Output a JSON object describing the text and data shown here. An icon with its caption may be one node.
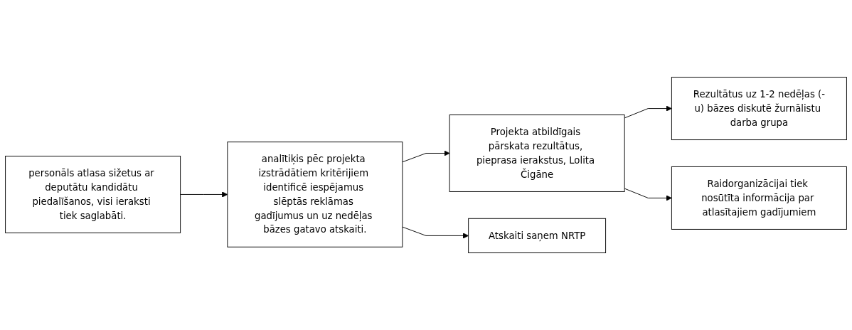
{
  "diagram": {
    "nodes": [
      {
        "text": [
          "personāls atlasa sižetus ar deputātu kandidātu piedalīšanos, visi ieraksti tiek saglabāti."
        ]
      },
      {
        "text": [
          "analītiķis pēc projekta izstrādātiem kritērijiem identificē iespējamus slēptās reklāmas gadījumus un uz nedēļas bāzes gatavo atskaiti."
        ]
      },
      {
        "text": [
          "Projekta atbildīgais pārskata rezultātus, pieprasa ierakstus, Lolita Čigāne"
        ]
      },
      {
        "text": [
          "Rezultātus uz 1-2 nedēļas (-u) bāzes diskutē žurnālistu darba grupa"
        ]
      },
      {
        "text": [
          "Raidorganizācijai tiek nosūtīta informācija par atlasītajiem gadījumiem"
        ]
      },
      {
        "text": [
          "Atskaiti saņem NRTP"
        ]
      }
    ],
    "edges": [
      {
        "from": 0,
        "to": 1,
        "arrow": "to"
      },
      {
        "from": 1,
        "to": 2,
        "arrow": "to"
      },
      {
        "from": 1,
        "to": 5,
        "arrow": "to"
      },
      {
        "from": 2,
        "to": 3,
        "arrow": "to"
      },
      {
        "from": 2,
        "to": 4,
        "arrow": "to"
      }
    ]
  }
}
